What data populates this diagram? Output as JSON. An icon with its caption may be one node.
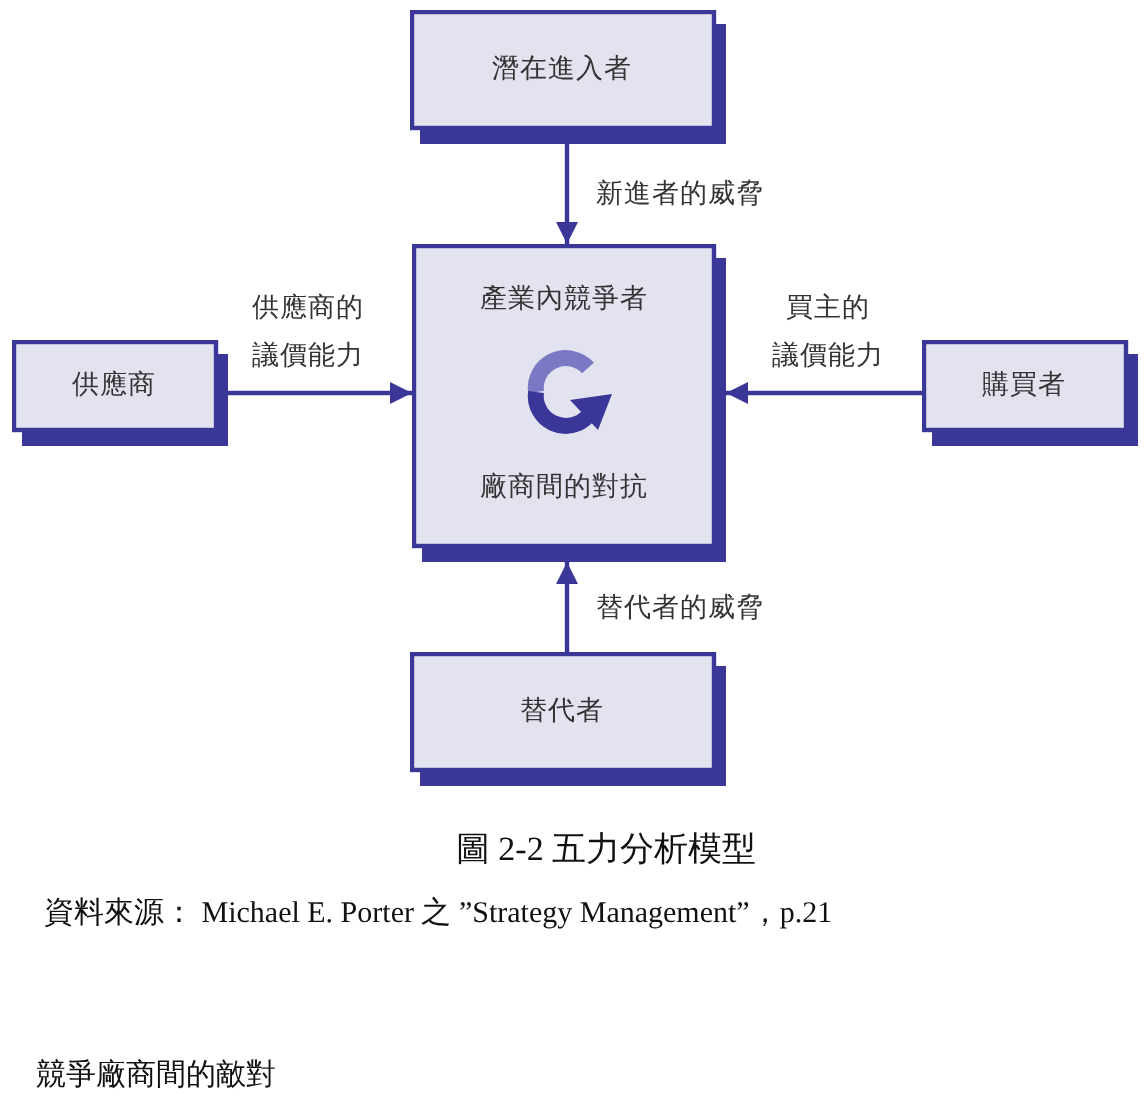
{
  "diagram": {
    "caption": "圖 2-2 五力分析模型",
    "nodes": [
      {
        "text": [
          "潛在進入者"
        ]
      },
      {
        "text": [
          "供應商"
        ]
      },
      {
        "text": [
          "產業內競爭者",
          "廠商間的對抗"
        ]
      },
      {
        "text": [
          "購買者"
        ]
      },
      {
        "text": [
          "替代者"
        ]
      }
    ],
    "edges": [
      {
        "from": 0,
        "to": 2,
        "arrow": "to",
        "label": "新進者的威脅"
      },
      {
        "from": 1,
        "to": 2,
        "arrow": "to",
        "label": "供應商的議價能力"
      },
      {
        "from": 3,
        "to": 2,
        "arrow": "to",
        "label": "買主的議價能力"
      },
      {
        "from": 4,
        "to": 2,
        "arrow": "to",
        "label": "替代者的威脅"
      }
    ],
    "labels": [
      "資料來源： Michael E. Porter 之 ”Strategy Management”，p.21",
      "競爭廠商間的敵對"
    ]
  }
}
